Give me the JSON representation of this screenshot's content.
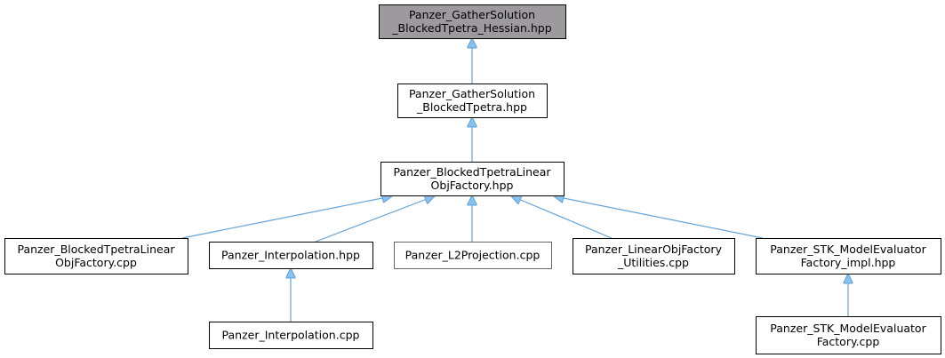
{
  "colors": {
    "edge": "#63a3d6",
    "arrowhead": "#8ac1ef",
    "highlight_fill": "#9c9a9c",
    "node_fill": "#ffffff",
    "node_border_thick": "#000000",
    "node_border_thin": "#666666"
  },
  "nodes": {
    "hessian": {
      "lines": [
        "Panzer_GatherSolution",
        "_BlockedTpetra_Hessian.hpp"
      ],
      "highlighted": true
    },
    "gather": {
      "lines": [
        "Panzer_GatherSolution",
        "_BlockedTpetra.hpp"
      ]
    },
    "factory_hpp": {
      "lines": [
        "Panzer_BlockedTpetraLinear",
        "ObjFactory.hpp"
      ]
    },
    "factory_cpp": {
      "lines": [
        "Panzer_BlockedTpetraLinear",
        "ObjFactory.cpp"
      ]
    },
    "interp_hpp": {
      "lines": [
        "Panzer_Interpolation.hpp"
      ]
    },
    "l2proj": {
      "lines": [
        "Panzer_L2Projection.cpp"
      ]
    },
    "linobj_utils": {
      "lines": [
        "Panzer_LinearObjFactory",
        "_Utilities.cpp"
      ]
    },
    "stk_impl": {
      "lines": [
        "Panzer_STK_ModelEvaluator",
        "Factory_impl.hpp"
      ]
    },
    "interp_cpp": {
      "lines": [
        "Panzer_Interpolation.cpp"
      ]
    },
    "stk_cpp": {
      "lines": [
        "Panzer_STK_ModelEvaluator",
        "Factory.cpp"
      ]
    }
  },
  "edges": [
    {
      "from": "gather",
      "to": "hessian"
    },
    {
      "from": "factory_hpp",
      "to": "gather"
    },
    {
      "from": "factory_cpp",
      "to": "factory_hpp"
    },
    {
      "from": "interp_hpp",
      "to": "factory_hpp"
    },
    {
      "from": "l2proj",
      "to": "factory_hpp"
    },
    {
      "from": "linobj_utils",
      "to": "factory_hpp"
    },
    {
      "from": "stk_impl",
      "to": "factory_hpp"
    },
    {
      "from": "interp_cpp",
      "to": "interp_hpp"
    },
    {
      "from": "stk_cpp",
      "to": "stk_impl"
    }
  ]
}
